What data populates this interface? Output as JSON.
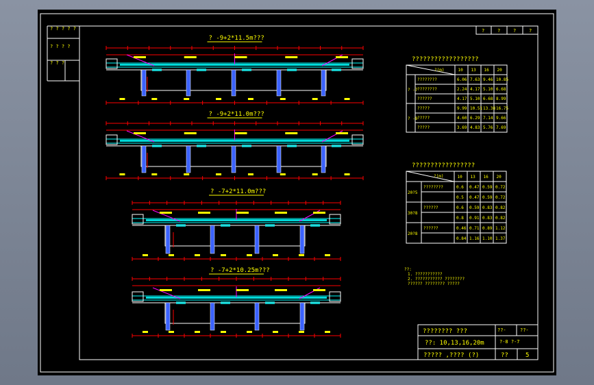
{
  "colors": {
    "frame": "#ffffff",
    "text": "#ffff00",
    "dim": "#ff0000",
    "deck": "#00ffff",
    "pier": "#3b62ff",
    "accent": "#ff00ff",
    "bg": "#000000"
  },
  "left_strip": [
    "? ? ? ? ?",
    "? ? ? ?",
    "? ? ?"
  ],
  "top_right_box": [
    "?",
    "?",
    "?",
    "?"
  ],
  "sections": [
    {
      "title": "? -9+2*11.5m???"
    },
    {
      "title": "? -9+2*11.0m???"
    },
    {
      "title": "? -7+2*11.0m???"
    },
    {
      "title": "? -7+2*10.25m???"
    }
  ],
  "table1": {
    "title": "??????????????????",
    "head_diag": "?(m)",
    "cols": [
      "10",
      "13",
      "16",
      "20"
    ],
    "groups": [
      {
        "label": "? -7",
        "rows": [
          {
            "name": "????????",
            "vals": [
              "6.06",
              "7.63",
              "9.46",
              "10.85"
            ]
          },
          {
            "name": "????????",
            "vals": [
              "2.24",
              "4.17",
              "5.10",
              "6.68"
            ]
          },
          {
            "name": "??????",
            "vals": [
              "4.17",
              "5.10",
              "6.68",
              "8.99"
            ]
          }
        ]
      },
      {
        "label": "? -9",
        "rows": [
          {
            "name": "?????",
            "vals": [
              "9.99",
              "10.51",
              "13.38",
              "16.75"
            ]
          },
          {
            "name": "?????",
            "vals": [
              "4.60",
              "6.29",
              "7.14",
              "9.66"
            ]
          },
          {
            "name": "?????",
            "vals": [
              "3.69",
              "4.83",
              "5.76",
              "7.69"
            ]
          }
        ]
      }
    ]
  },
  "table2": {
    "title": "?????????????????",
    "head_diag": "?(m)",
    "cols": [
      "10",
      "13",
      "16",
      "20"
    ],
    "groups": [
      {
        "label": "20?5",
        "rows": [
          {
            "name": "????????",
            "vals": [
              "0.6",
              "0.47",
              "0.59",
              "0.72"
            ]
          },
          {
            "name": "",
            "vals": [
              "0.5",
              "0.47",
              "0.59",
              "0.72"
            ]
          }
        ]
      },
      {
        "label": "30?8",
        "rows": [
          {
            "name": "??????",
            "vals": [
              "0.6",
              "0.59",
              "0.83",
              "0.82"
            ]
          },
          {
            "name": "",
            "vals": [
              "0.8",
              "0.91",
              "0.83",
              "0.82"
            ]
          }
        ]
      },
      {
        "label": "20?8",
        "rows": [
          {
            "name": "??????",
            "vals": [
              "0.46",
              "0.71",
              "0.89",
              "1.12"
            ]
          },
          {
            "name": "",
            "vals": [
              "0.84",
              "1.16",
              "1.10",
              "1.37"
            ]
          }
        ]
      }
    ]
  },
  "notes": [
    "??:",
    "1. ???????????",
    "2. ??????????? ????????",
    "   ?????? ???????? ????? "
  ],
  "title_block": {
    "main_title": "????????  ???",
    "sub_title": "??: 10,13,16,20m",
    "footer": "????? ,???? (?)",
    "r1": "??-",
    "r1b": "??-",
    "r2": "?-8 ?-7",
    "page_lbl": "??",
    "page_no": "5"
  }
}
